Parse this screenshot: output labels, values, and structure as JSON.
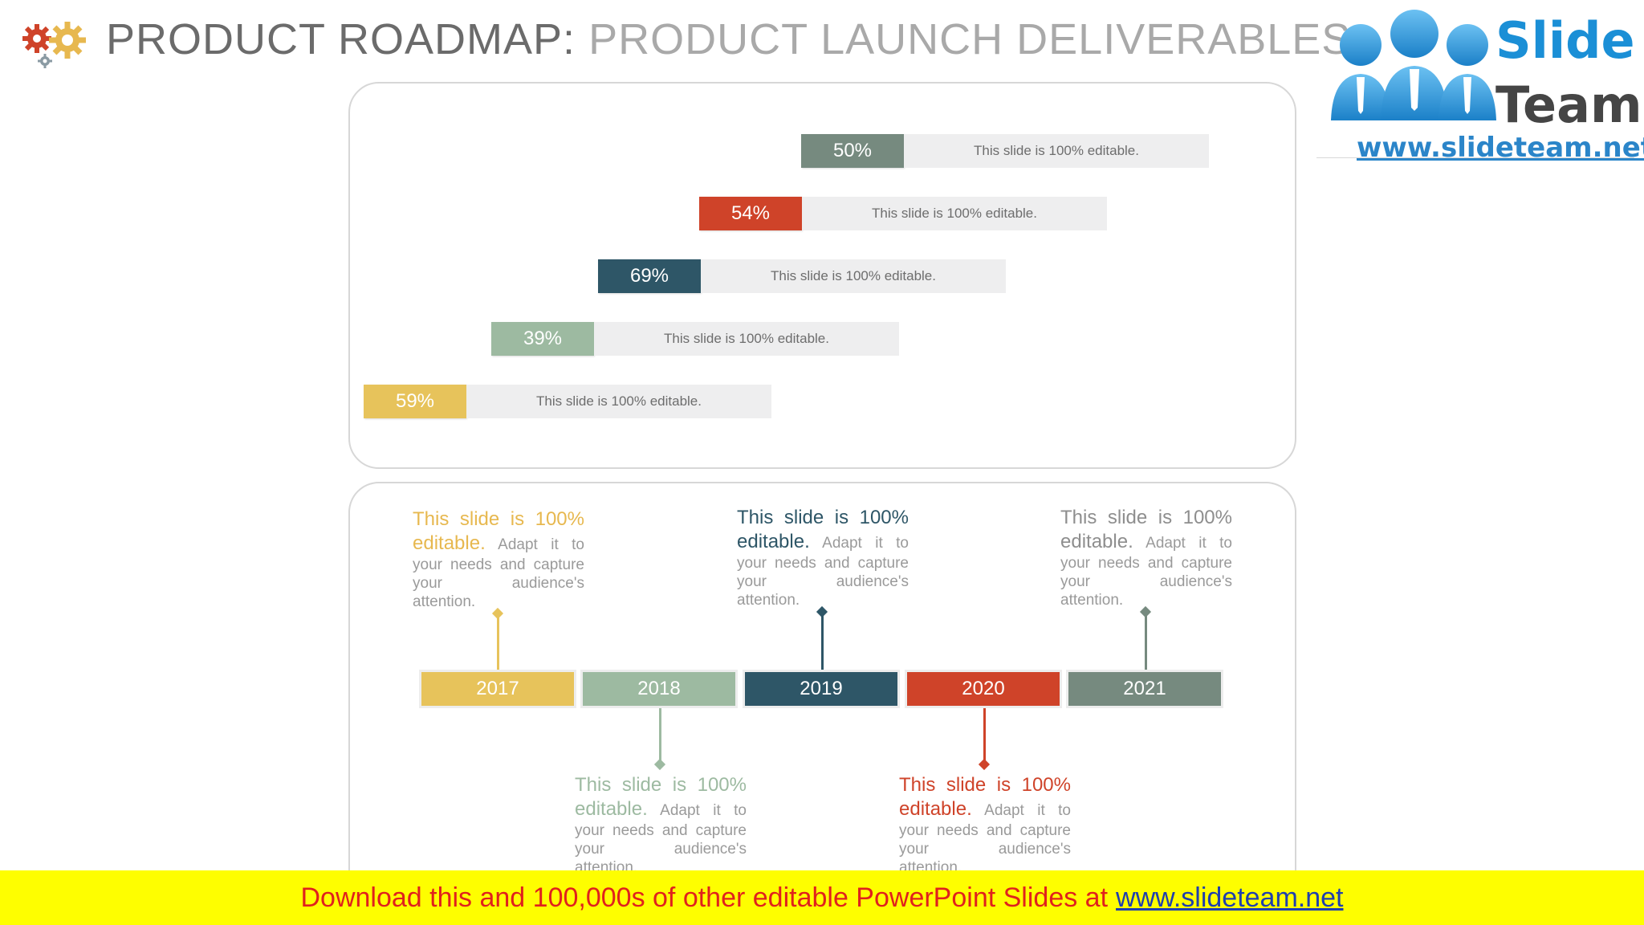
{
  "header": {
    "title_main": "PRODUCT ROADMAP:",
    "title_sub": "PRODUCT LAUNCH DELIVERABLES"
  },
  "logo": {
    "word1": "Slide",
    "word2": "Team",
    "url": "www.slideteam.net"
  },
  "progress": [
    {
      "percent_label": "50%",
      "value": 50,
      "text": "This slide is 100% editable.",
      "color": "#768a7f"
    },
    {
      "percent_label": "54%",
      "value": 54,
      "text": "This slide is 100% editable.",
      "color": "#cf4329"
    },
    {
      "percent_label": "69%",
      "value": 69,
      "text": "This slide is 100% editable.",
      "color": "#2e5667"
    },
    {
      "percent_label": "39%",
      "value": 39,
      "text": "This slide is 100% editable.",
      "color": "#9dbaa1"
    },
    {
      "percent_label": "59%",
      "value": 59,
      "text": "This slide is 100% editable.",
      "color": "#e7c35b"
    }
  ],
  "timeline": {
    "years": [
      {
        "label": "2017",
        "color": "#e7c35b"
      },
      {
        "label": "2018",
        "color": "#9dbaa1"
      },
      {
        "label": "2019",
        "color": "#2e5667"
      },
      {
        "label": "2020",
        "color": "#cf4329"
      },
      {
        "label": "2021",
        "color": "#768a7f"
      }
    ],
    "notes": [
      {
        "head": "This slide is 100% editable.",
        "body": "Adapt it to your needs and capture your audience's attention.",
        "color": "#e7b84f"
      },
      {
        "head": "This slide is 100% editable.",
        "body": "Adapt it to your needs and capture your audience's attention.",
        "color": "#9dbaa1"
      },
      {
        "head": "This slide is 100% editable.",
        "body": "Adapt it to your needs and capture your audience's attention.",
        "color": "#2e5667"
      },
      {
        "head": "This slide is 100% editable.",
        "body": "Adapt it to your needs and capture your audience's attention.",
        "color": "#cf4329"
      },
      {
        "head": "This slide is 100% editable.",
        "body": "Adapt it to your needs and capture your audience's attention.",
        "color": "#8e8e8e"
      }
    ]
  },
  "banner": {
    "text": "Download this and 100,000s of other editable PowerPoint Slides at",
    "link": "www.slideteam.net"
  },
  "icons": [
    "gears-icon",
    "people-icon"
  ]
}
